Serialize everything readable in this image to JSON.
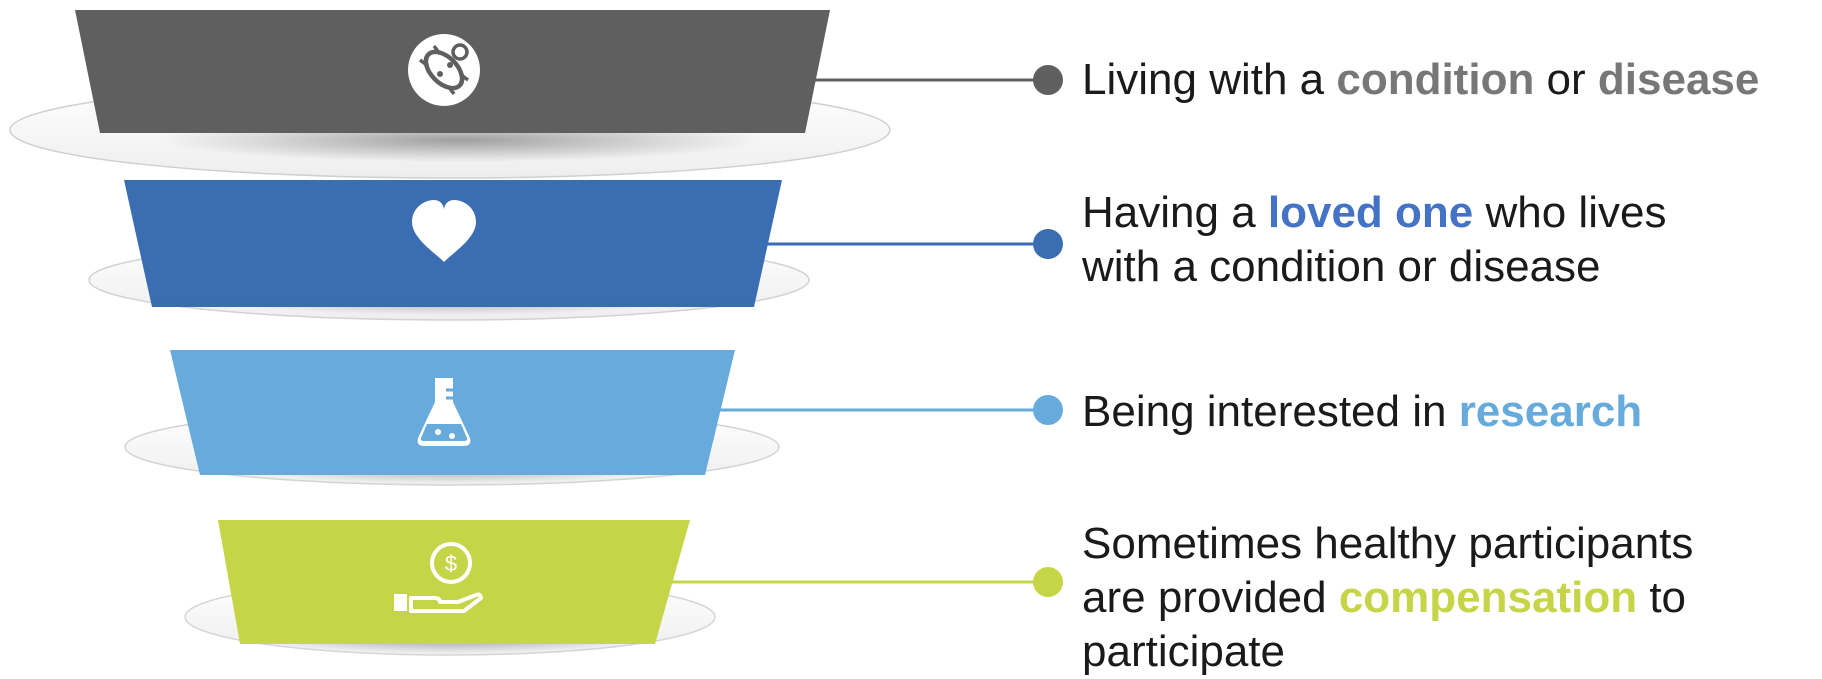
{
  "tiers": [
    {
      "icon": "bacteria-icon",
      "color": "#5f5f5f",
      "dot_color": "#5f5f5f",
      "lines": [
        [
          {
            "text": "Living with a ",
            "bold": false
          },
          {
            "text": "condition",
            "bold": true,
            "color": "#777777"
          },
          {
            "text": " or ",
            "bold": false
          },
          {
            "text": "disease",
            "bold": true,
            "color": "#777777"
          }
        ]
      ]
    },
    {
      "icon": "heart-icon",
      "color": "#3a6db1",
      "dot_color": "#3a6db1",
      "lines": [
        [
          {
            "text": "Having a ",
            "bold": false
          },
          {
            "text": "loved one",
            "bold": true,
            "color": "#4472c4"
          },
          {
            "text": " who lives",
            "bold": false
          }
        ],
        [
          {
            "text": "with a condition or disease",
            "bold": false
          }
        ]
      ]
    },
    {
      "icon": "flask-icon",
      "color": "#66abdc",
      "dot_color": "#66abdc",
      "lines": [
        [
          {
            "text": "Being interested in ",
            "bold": false
          },
          {
            "text": "research",
            "bold": true,
            "color": "#66abdc"
          }
        ]
      ]
    },
    {
      "icon": "money-hand-icon",
      "color": "#c6d548",
      "dot_color": "#c6d548",
      "lines": [
        [
          {
            "text": "Sometimes healthy participants",
            "bold": false
          }
        ],
        [
          {
            "text": "are provided ",
            "bold": false
          },
          {
            "text": "compensation",
            "bold": true,
            "color": "#c6d548"
          },
          {
            "text": " to",
            "bold": false
          }
        ],
        [
          {
            "text": "participate",
            "bold": false
          }
        ]
      ]
    }
  ]
}
